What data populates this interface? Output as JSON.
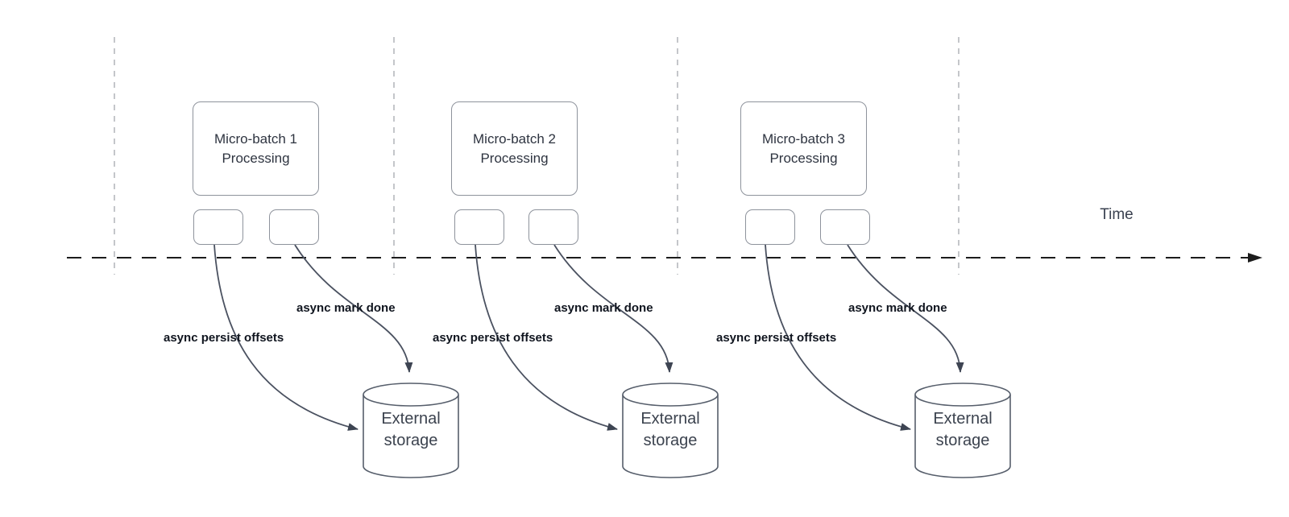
{
  "time_axis": {
    "label": "Time"
  },
  "batches": [
    {
      "processing_box": {
        "line1": "Micro-batch 1",
        "line2": "Processing"
      },
      "persist_arrow_label": "async persist offsets",
      "mark_done_arrow_label": "async mark done",
      "storage": {
        "line1": "External",
        "line2": "storage"
      }
    },
    {
      "processing_box": {
        "line1": "Micro-batch 2",
        "line2": "Processing"
      },
      "persist_arrow_label": "async persist offsets",
      "mark_done_arrow_label": "async mark done",
      "storage": {
        "line1": "External",
        "line2": "storage"
      }
    },
    {
      "processing_box": {
        "line1": "Micro-batch 3",
        "line2": "Processing"
      },
      "persist_arrow_label": "async persist offsets",
      "mark_done_arrow_label": "async mark done",
      "storage": {
        "line1": "External",
        "line2": "storage"
      }
    }
  ],
  "colors": {
    "arrow": "#4a5160",
    "box_border": "#8e939c",
    "box_text": "#2e3440",
    "label_text": "#10151f",
    "timeline": "#1c1c1c",
    "gridline": "#b0b3b8",
    "cylinder_stroke": "#565e6b"
  }
}
